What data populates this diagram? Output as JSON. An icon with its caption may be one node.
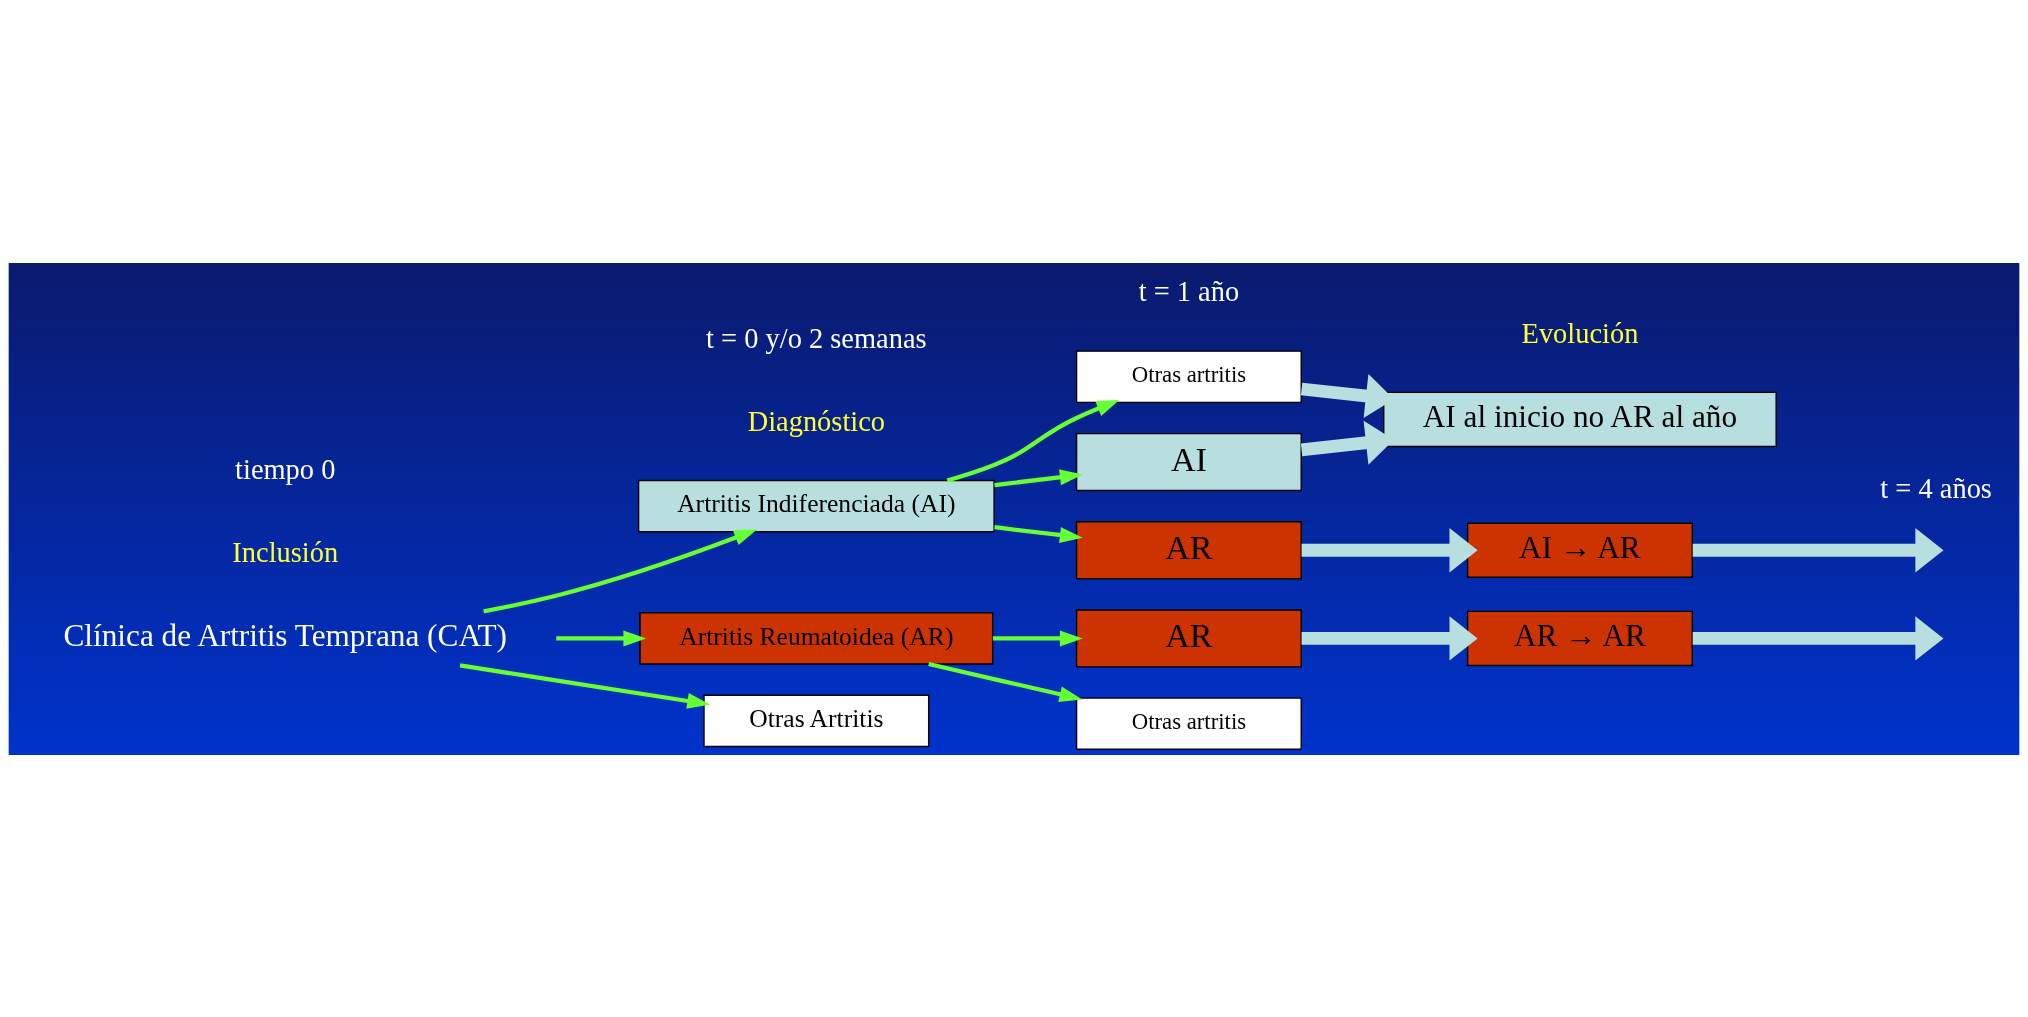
{
  "diagram": {
    "nodes": [
      {
        "text": [
          "Clínica de Artritis Temprana (CAT)"
        ]
      },
      {
        "text": [
          "Artritis Indiferenciada (AI)"
        ]
      },
      {
        "text": [
          "Artritis Reumatoidea (AR)"
        ]
      },
      {
        "text": [
          "Otras Artritis"
        ]
      },
      {
        "text": [
          "Otras artritis"
        ]
      },
      {
        "text": [
          "AI"
        ]
      },
      {
        "text": [
          "AR"
        ]
      },
      {
        "text": [
          "AR"
        ]
      },
      {
        "text": [
          "Otras artritis"
        ]
      },
      {
        "text": [
          "AI al inicio no AR al año"
        ]
      },
      {
        "text": [
          "AI → AR"
        ]
      },
      {
        "text": [
          "AR → AR"
        ]
      }
    ],
    "edges": [
      {
        "from": 0,
        "to": 1,
        "arrow": "to"
      },
      {
        "from": 0,
        "to": 2,
        "arrow": "to"
      },
      {
        "from": 0,
        "to": 3,
        "arrow": "to"
      },
      {
        "from": 1,
        "to": 4,
        "arrow": "to"
      },
      {
        "from": 1,
        "to": 5,
        "arrow": "to"
      },
      {
        "from": 1,
        "to": 6,
        "arrow": "to"
      },
      {
        "from": 2,
        "to": 7,
        "arrow": "to"
      },
      {
        "from": 2,
        "to": 8,
        "arrow": "to"
      },
      {
        "from": 4,
        "to": 9,
        "arrow": "to",
        "style": "thick",
        "color": "#b8dfe0"
      },
      {
        "from": 5,
        "to": 9,
        "arrow": "to",
        "style": "thick",
        "color": "#b8dfe0"
      },
      {
        "from": 6,
        "to": 10,
        "arrow": "to",
        "style": "thick",
        "color": "#b8dfe0"
      },
      {
        "from": 7,
        "to": 11,
        "arrow": "to",
        "style": "thick",
        "color": "#b8dfe0"
      },
      {
        "from": 10,
        "to": null,
        "arrow": "to",
        "style": "thick",
        "color": "#b8dfe0"
      },
      {
        "from": 11,
        "to": null,
        "arrow": "to",
        "style": "thick",
        "color": "#b8dfe0"
      }
    ],
    "labels": [
      "Inclusión",
      "Diagnóstico",
      "Evolución",
      "tiempo 0",
      "t = 0 y/o 2 semanas",
      "t = 1 año",
      "t = 4 años"
    ]
  }
}
